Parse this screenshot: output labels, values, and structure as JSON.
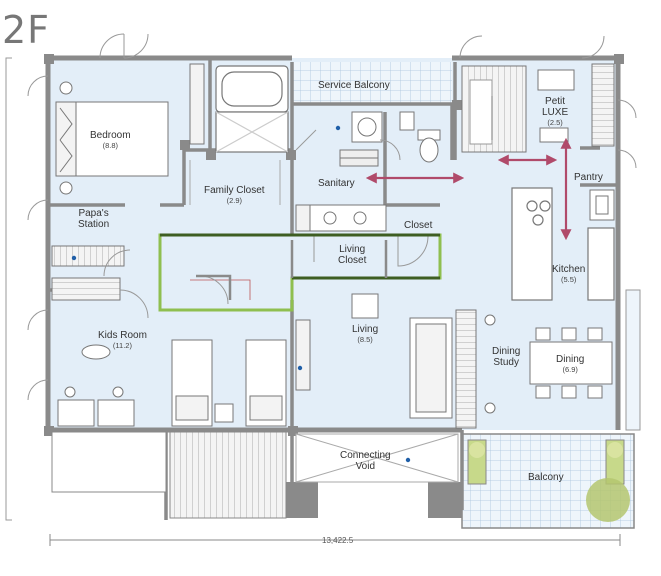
{
  "floor": "2F",
  "rooms": {
    "service_balcony": {
      "name": "Service Balcony"
    },
    "bedroom": {
      "name": "Bedroom",
      "size": "(8.8)"
    },
    "petit_luxe": {
      "line1": "Petit",
      "line2": "LUXE",
      "size": "(2.5)"
    },
    "family_closet": {
      "name": "Family Closet",
      "size": "(2.9)"
    },
    "sanitary": {
      "name": "Sanitary"
    },
    "pantry": {
      "name": "Pantry"
    },
    "papas_station": {
      "line1": "Papa's",
      "line2": "Station"
    },
    "closet": {
      "name": "Closet"
    },
    "living_closet": {
      "line1": "Living",
      "line2": "Closet"
    },
    "kitchen": {
      "name": "Kitchen",
      "size": "(5.5)"
    },
    "kids_room": {
      "name": "Kids Room",
      "size": "(11.2)"
    },
    "living": {
      "name": "Living",
      "size": "(8.5)"
    },
    "dining_study": {
      "line1": "Dining",
      "line2": "Study"
    },
    "dining": {
      "name": "Dining",
      "size": "(6.9)"
    },
    "connecting_void": {
      "line1": "Connecting",
      "line2": "Void"
    },
    "balcony": {
      "name": "Balcony"
    }
  },
  "dimension": "13,422.5",
  "colors": {
    "floor": "#e3eef8",
    "wall": "#8a8a8a",
    "closet_outline": "#6f9a3a",
    "closet_outline_dark": "#3e5e22",
    "flow_arrow": "#b04a6a",
    "tile": "#bcd2e6",
    "tree": "#b4c66e"
  }
}
